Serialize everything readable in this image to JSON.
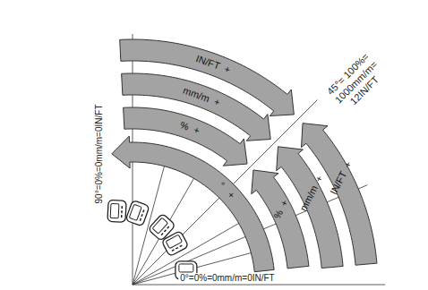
{
  "diagram": {
    "labels": [
      "IN/FT +",
      "mm/m +",
      "% +",
      "IN/FT +",
      "mm/m +",
      "% +",
      "° +",
      "45°= 100%= 1000mm/m= 12IN/FT",
      "90°=0%=0mm/m=0IN/FT",
      "0°=0%=0mm/m=0IN/FT"
    ]
  }
}
